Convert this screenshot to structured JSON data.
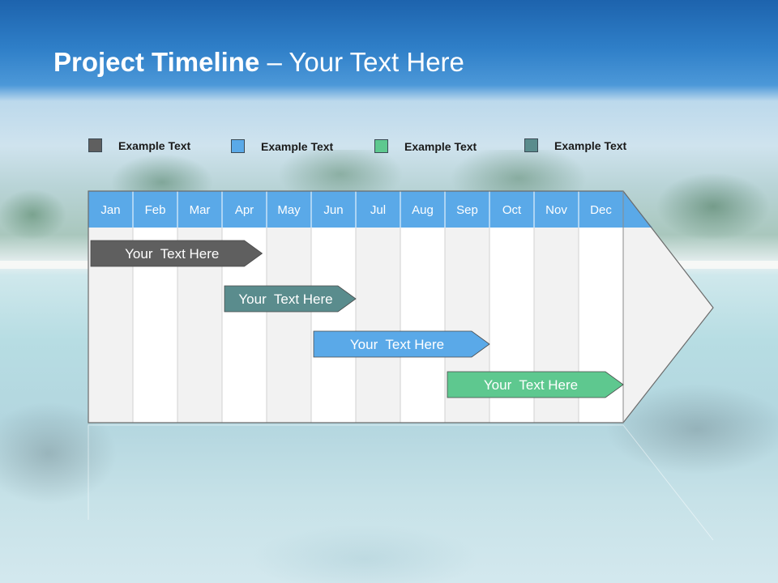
{
  "title": {
    "bold": "Project Timeline",
    "rest": " – Your Text Here"
  },
  "legend": [
    {
      "label": "Example Text",
      "color": "#5f5f5f"
    },
    {
      "label": "Example Text",
      "color": "#5aa9e8"
    },
    {
      "label": "Example Text",
      "color": "#5ec88f"
    },
    {
      "label": "Example Text",
      "color": "#5a8c8d"
    }
  ],
  "months": [
    "Jan",
    "Feb",
    "Mar",
    "Apr",
    "May",
    "Jun",
    "Jul",
    "Aug",
    "Sep",
    "Oct",
    "Nov",
    "Dec"
  ],
  "tasks": [
    {
      "label": "Your  Text Here",
      "start": 0,
      "end": 3.9,
      "color": "#5f5f5f"
    },
    {
      "label": "Your  Text Here",
      "start": 3,
      "end": 6,
      "color": "#5a8c8d"
    },
    {
      "label": "Your  Text Here",
      "start": 5,
      "end": 9,
      "color": "#5aa9e8"
    },
    {
      "label": "Your  Text Here",
      "start": 8,
      "end": 12,
      "color": "#5ec88f"
    }
  ],
  "colors": {
    "header": "#5aa9e8",
    "stripe_a": "#f2f2f2",
    "stripe_b": "#ffffff"
  }
}
